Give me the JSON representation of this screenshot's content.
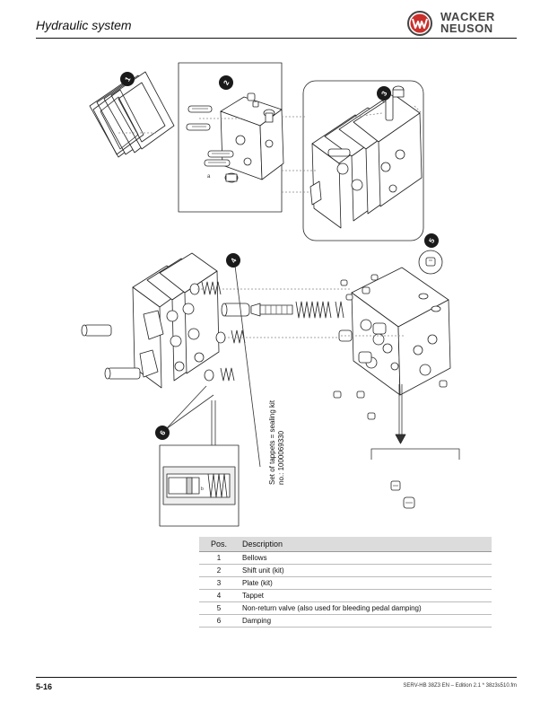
{
  "header": {
    "title": "Hydraulic system",
    "brand_line1": "WACKER",
    "brand_line2": "NEUSON"
  },
  "callouts": [
    "1",
    "2",
    "3",
    "4",
    "5",
    "6"
  ],
  "illustration": {
    "annotation_line1": "Set of tappets = sealing kit",
    "annotation_line2": "no.: 1000069330",
    "detail_label_a": "a",
    "detail_label_b": "b"
  },
  "table": {
    "headers": {
      "pos": "Pos.",
      "description": "Description"
    },
    "rows": [
      {
        "pos": "1",
        "description": "Bellows"
      },
      {
        "pos": "2",
        "description": "Shift unit (kit)"
      },
      {
        "pos": "3",
        "description": "Plate (kit)"
      },
      {
        "pos": "4",
        "description": "Tappet"
      },
      {
        "pos": "5",
        "description": "Non-return valve (also used for bleeding pedal damping)"
      },
      {
        "pos": "6",
        "description": "Damping"
      }
    ]
  },
  "footer": {
    "page_number": "5-16",
    "reference": "SERV-HB 38Z3 EN – Edition 2.1 * 38z3s510.fm"
  },
  "colors": {
    "ink": "#111111",
    "table_header_bg": "#dcdcdc",
    "callout_fill": "#1a1a1a"
  }
}
